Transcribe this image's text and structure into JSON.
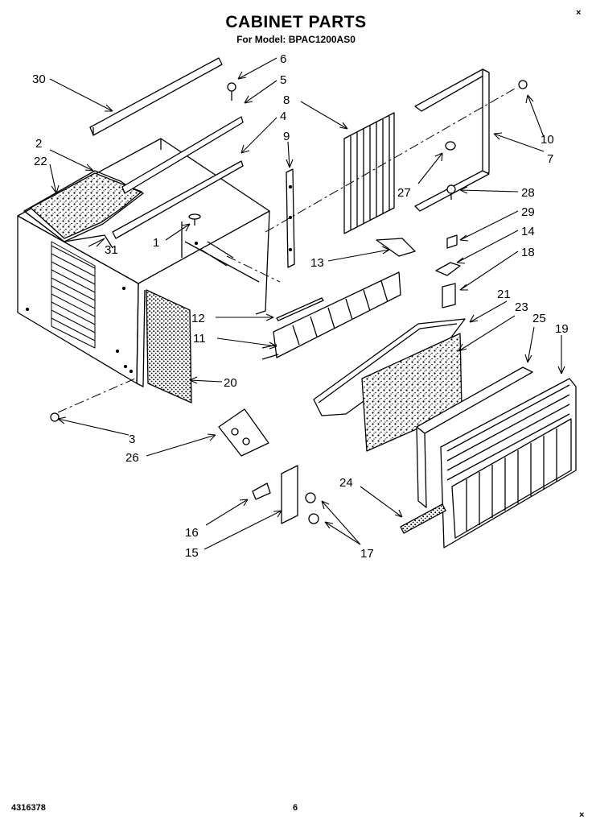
{
  "header": {
    "title": "CABINET PARTS",
    "subtitle": "For Model: BPAC1200AS0"
  },
  "footer": {
    "doc_number": "4316378",
    "page": "6"
  },
  "corner_marks": [
    "×",
    "×"
  ],
  "callouts": [
    "1",
    "2",
    "3",
    "4",
    "5",
    "6",
    "7",
    "8",
    "9",
    "10",
    "11",
    "12",
    "13",
    "14",
    "15",
    "16",
    "17",
    "18",
    "19",
    "20",
    "21",
    "22",
    "23",
    "24",
    "25",
    "26",
    "27",
    "28",
    "29",
    "30",
    "31"
  ]
}
